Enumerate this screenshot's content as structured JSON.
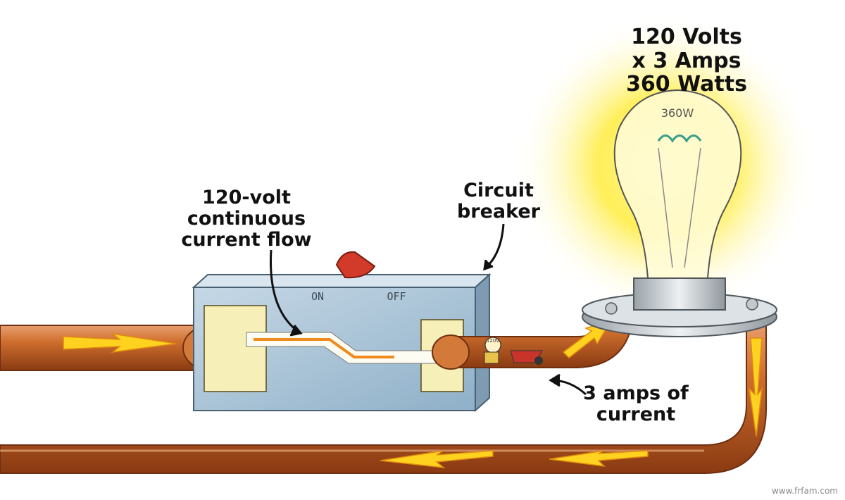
{
  "labels": {
    "power": {
      "line1": "120 Volts",
      "line2": "x 3 Amps",
      "line3": "360 Watts"
    },
    "flow": {
      "line1": "120-volt",
      "line2": "continuous",
      "line3": "current flow"
    },
    "breaker": {
      "line1": "Circuit",
      "line2": "breaker"
    },
    "amps": {
      "line1": "3 amps of",
      "line2": "current"
    }
  },
  "breaker_panel": {
    "on_label": "ON",
    "off_label": "OFF"
  },
  "bulb": {
    "rating": "360W"
  },
  "worker_badge": "120V",
  "watermark": "www.frfam.com",
  "colors": {
    "copper": "#c8642a",
    "copper_dark": "#8a3a12",
    "flow_yellow": "#ffd21f",
    "box_blue": "#a9c4d8",
    "glow": "#fff27a",
    "switch_red": "#d23a2a"
  }
}
